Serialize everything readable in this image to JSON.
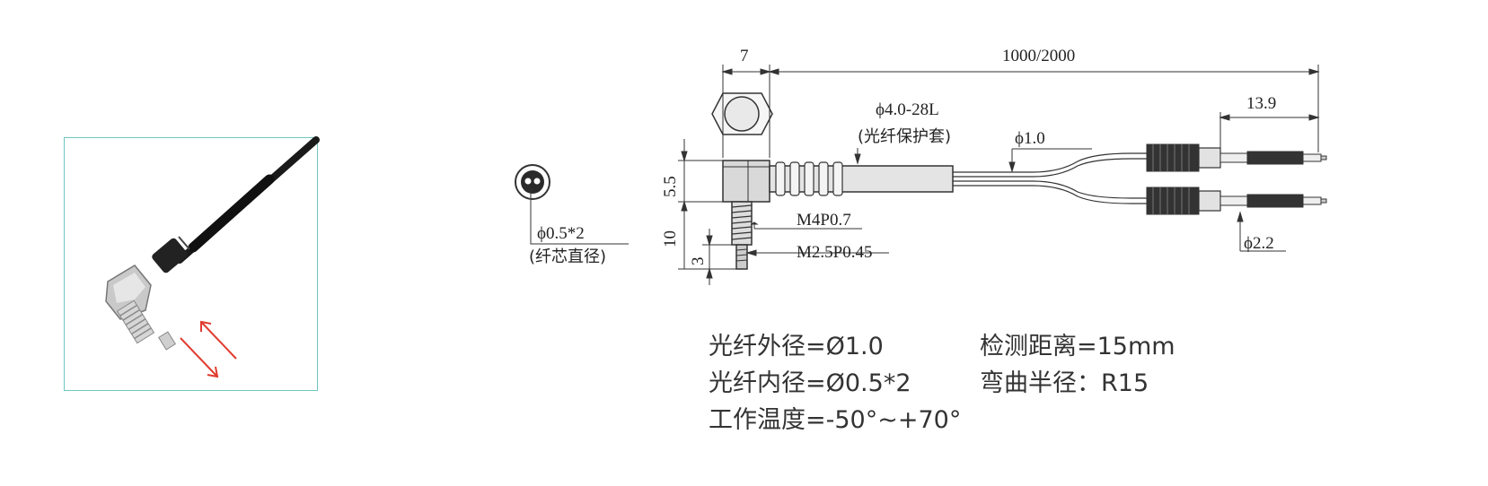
{
  "photo": {
    "caption": ""
  },
  "cross_section": {
    "label": "ϕ0.5*2",
    "sublabel": "(纤芯直径)"
  },
  "drawing": {
    "dim_head_width": "7",
    "dim_cable_length": "1000/2000",
    "dim_sheath": "ϕ4.0-28L",
    "dim_sheath_note": "(光纤保护套)",
    "dim_fiber": "ϕ1.0",
    "dim_tip_length": "13.9",
    "dim_head_height": "5.5",
    "dim_thread_len": "10",
    "dim_tip_len": "3",
    "thread_1": "M4P0.7",
    "thread_2": "M2.5P0.45",
    "dim_end_dia": "ϕ2.2"
  },
  "specs": {
    "outer_dia": "光纤外径=Ø1.0",
    "inner_dia": "光纤内径=Ø0.5*2",
    "temp": "工作温度=-50°~+70°",
    "distance": "检测距离=15mm",
    "bend": "弯曲半径：R15"
  },
  "colors": {
    "frame": "#6fc6c3",
    "arrow": "#e03b2e",
    "line": "#333333"
  }
}
